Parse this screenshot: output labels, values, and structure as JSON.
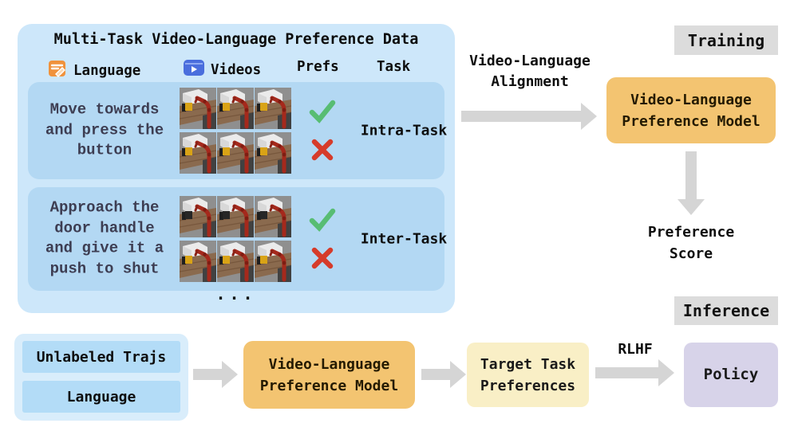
{
  "panel": {
    "title": "Multi-Task Video-Language Preference Data",
    "columns": [
      "Language",
      "Videos",
      "Prefs",
      "Task"
    ],
    "rows": [
      {
        "text": "Move towards\nand press the\nbutton",
        "task": "Intra-Task"
      },
      {
        "text": "Approach the\ndoor handle\nand give it a\npush to shut",
        "task": "Inter-Task"
      }
    ],
    "ellipsis": "..."
  },
  "training": {
    "section_label": "Training",
    "alignment_arrow_label": "Video-Language\nAlignment",
    "model_box": "Video-Language\nPreference Model",
    "output_label": "Preference\nScore"
  },
  "inference": {
    "section_label": "Inference",
    "input_boxes": [
      "Unlabeled Trajs",
      "Language"
    ],
    "model_box": "Video-Language\nPreference Model",
    "target_box": "Target Task\nPreferences",
    "rlhf_arrow_label": "RLHF",
    "policy_box": "Policy"
  },
  "icons": {
    "language": "note-pencil-icon",
    "videos": "video-player-icon",
    "preferred": "green-check-icon",
    "rejected": "red-cross-icon"
  },
  "colors": {
    "panel_bg": "#cde7fa",
    "row_bg": "#b3d8f3",
    "inputs_container_bg": "#d9edfb",
    "input_box_bg": "#b3dcf7",
    "model_box_bg": "#f3c471",
    "target_box_bg": "#f9efc6",
    "policy_box_bg": "#d7d3e9",
    "section_label_bg": "#dcdcdc",
    "arrow_gray": "#d5d5d5",
    "check_green": "#58bd73",
    "cross_red": "#d63b2a"
  }
}
